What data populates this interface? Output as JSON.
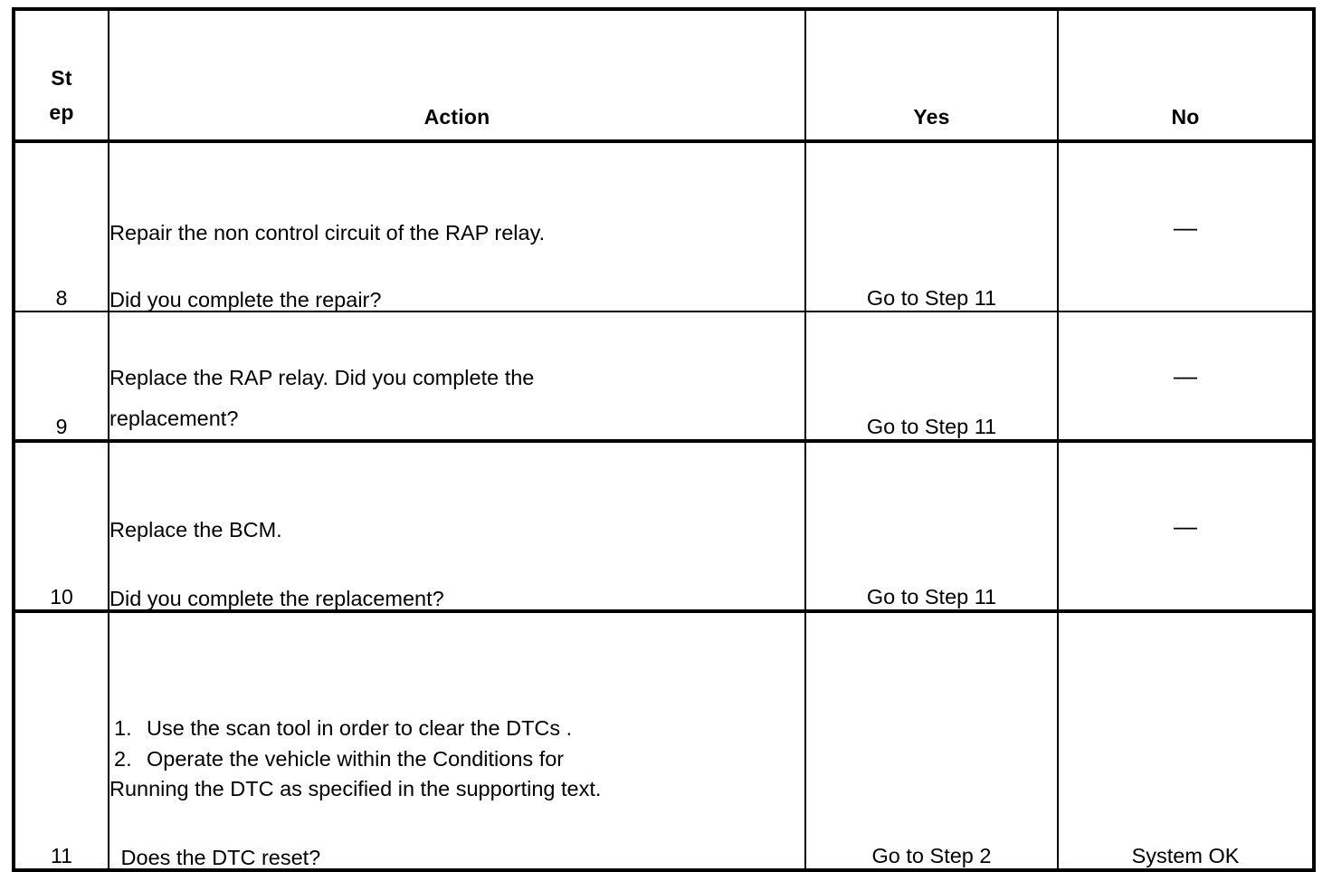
{
  "table": {
    "headers": {
      "step_line1": "St",
      "step_line2": "ep",
      "action": "Action",
      "yes": "Yes",
      "no": "No"
    },
    "rows": [
      {
        "step": "8",
        "action_line1": "Repair the non control circuit of the RAP relay.",
        "action_line2": "Did you complete the repair?",
        "yes": "Go to Step 11",
        "no": "—"
      },
      {
        "step": "9",
        "action_line1": "Replace the RAP relay. Did you complete the",
        "action_line2": "replacement?",
        "yes": "Go to Step 11",
        "no": "—"
      },
      {
        "step": "10",
        "action_line1": "Replace the BCM.",
        "action_line2": "Did you complete the replacement?",
        "yes": "Go to Step 11",
        "no": "—"
      },
      {
        "step": "11",
        "list_items": [
          {
            "num": "1.",
            "text": "Use the scan tool in order to clear the DTCs ."
          },
          {
            "num": "2.",
            "text": "Operate the vehicle within the Conditions for"
          }
        ],
        "continuation": "Running the DTC as specified in the supporting text.",
        "question": " Does the DTC reset?",
        "yes": "Go to Step 2",
        "no": "System OK"
      }
    ]
  },
  "colors": {
    "border": "#000000",
    "text": "#000000",
    "background": "#ffffff"
  }
}
